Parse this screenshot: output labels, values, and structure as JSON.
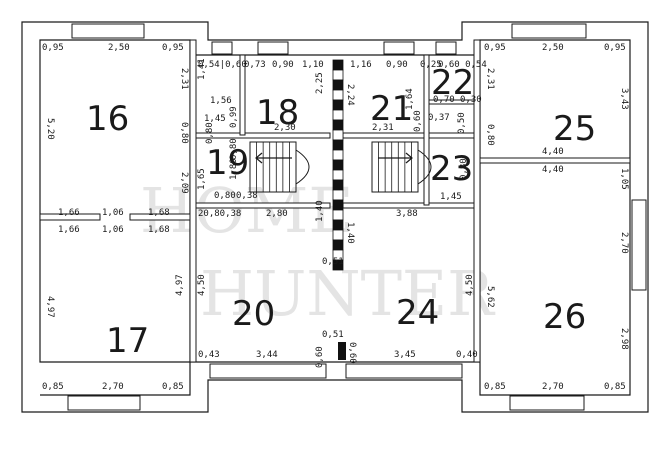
{
  "watermark": {
    "line1": "HOME",
    "line2": "HUNTER"
  },
  "rooms": {
    "r16": "16",
    "r17": "17",
    "r18": "18",
    "r19": "19",
    "r20": "20",
    "r21": "21",
    "r22": "22",
    "r23": "23",
    "r24": "24",
    "r25": "25",
    "r26": "26"
  },
  "dims": {
    "top_left_095a": "0,95",
    "top_left_250": "2,50",
    "top_left_095b": "0,95",
    "top_right_095a": "0,95",
    "top_right_250": "2,50",
    "top_right_095b": "0,95",
    "mid_054_060": "0,54|0,60",
    "mid_073": "0,73",
    "mid_090a": "0,90",
    "mid_110": "1,10",
    "mid_116": "1,16",
    "mid_090b": "0,90",
    "mid_025": "0,25",
    "mid_060_054": "0,60 0,54",
    "r16_left_520": "5,20",
    "r16_right_231": "2,31",
    "r16_right_080": "0,80",
    "r16_right_209": "2,09",
    "r18_141": "1,41",
    "r18_156": "1,56",
    "r18_145": "1,45",
    "r18_080": "0,80",
    "r18_099": "0,99",
    "r18_225": "2,25",
    "r18_230": "2,30",
    "r21_224": "2,24",
    "r21_164": "1,64",
    "r21_231": "2,31",
    "r21_060": "0,60",
    "r22_070": "0,70",
    "r22_030": "0,30",
    "r22_037": "0,37",
    "r22_050": "0,50",
    "r19_165": "1,65",
    "r19_280": "0,80",
    "r19_080": "0,80",
    "r19_038": "0,38",
    "r19_180": "1,80",
    "r23_145": "1,45",
    "r23_080": "0,80",
    "r25_343": "3,43",
    "r25_231": "2,31",
    "r25_080": "0,80",
    "r25_440a": "4,40",
    "r25_440b": "4,40",
    "hall_166a": "1,66",
    "hall_106a": "1,06",
    "hall_168a": "1,68",
    "hall_166b": "1,66",
    "hall_106b": "1,06",
    "hall_168b": "1,68",
    "hall_2080": "20,80,38",
    "hall_280": "2,80",
    "hall_388": "3,88",
    "hall_140a": "1,40",
    "hall_140b": "1,40",
    "hall_051a": "0,51",
    "r17_497": "4,97",
    "r17_497b": "4,97",
    "r17_085a": "0,85",
    "r17_270": "2,70",
    "r17_085b": "0,85",
    "r20_450": "4,50",
    "r20_043": "0,43",
    "r20_344": "3,44",
    "r20_060": "0,60",
    "r24_450": "4,50",
    "r24_345": "3,45",
    "r24_040": "0,40",
    "r24_060": "0,60",
    "r24_051": "0,51",
    "r26_105": "1,05",
    "r26_270": "2,70",
    "r26_562": "5,62",
    "r26_298": "2,98",
    "r26_085a": "0,85",
    "r26_270b": "2,70",
    "r26_085b": "0,85"
  }
}
